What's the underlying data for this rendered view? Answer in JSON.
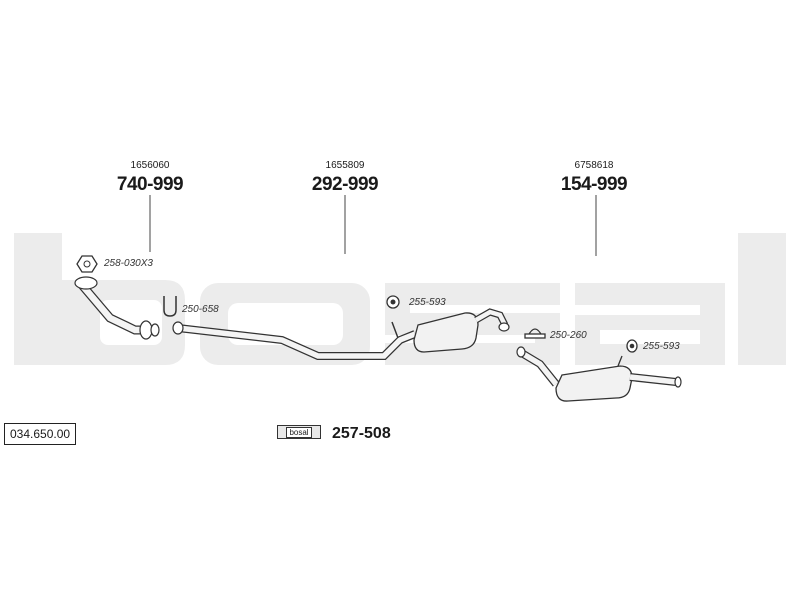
{
  "brand_watermark": "bosal",
  "catalog_ref": "034.650.00",
  "parts": [
    {
      "oe": "1656060",
      "part": "740-999"
    },
    {
      "oe": "1655809",
      "part": "292-999"
    },
    {
      "oe": "6758618",
      "part": "154-999"
    }
  ],
  "accessories": [
    {
      "code": "258-030X3",
      "icon": "nut-icon"
    },
    {
      "code": "250-658",
      "icon": "u-clamp-icon"
    },
    {
      "code": "255-593",
      "icon": "rubber-mount-icon"
    },
    {
      "code": "250-260",
      "icon": "clamp-icon"
    },
    {
      "code": "255-593",
      "icon": "rubber-mount-icon"
    }
  ],
  "mounting_kit": {
    "code": "257-508",
    "badge": "bosal"
  }
}
